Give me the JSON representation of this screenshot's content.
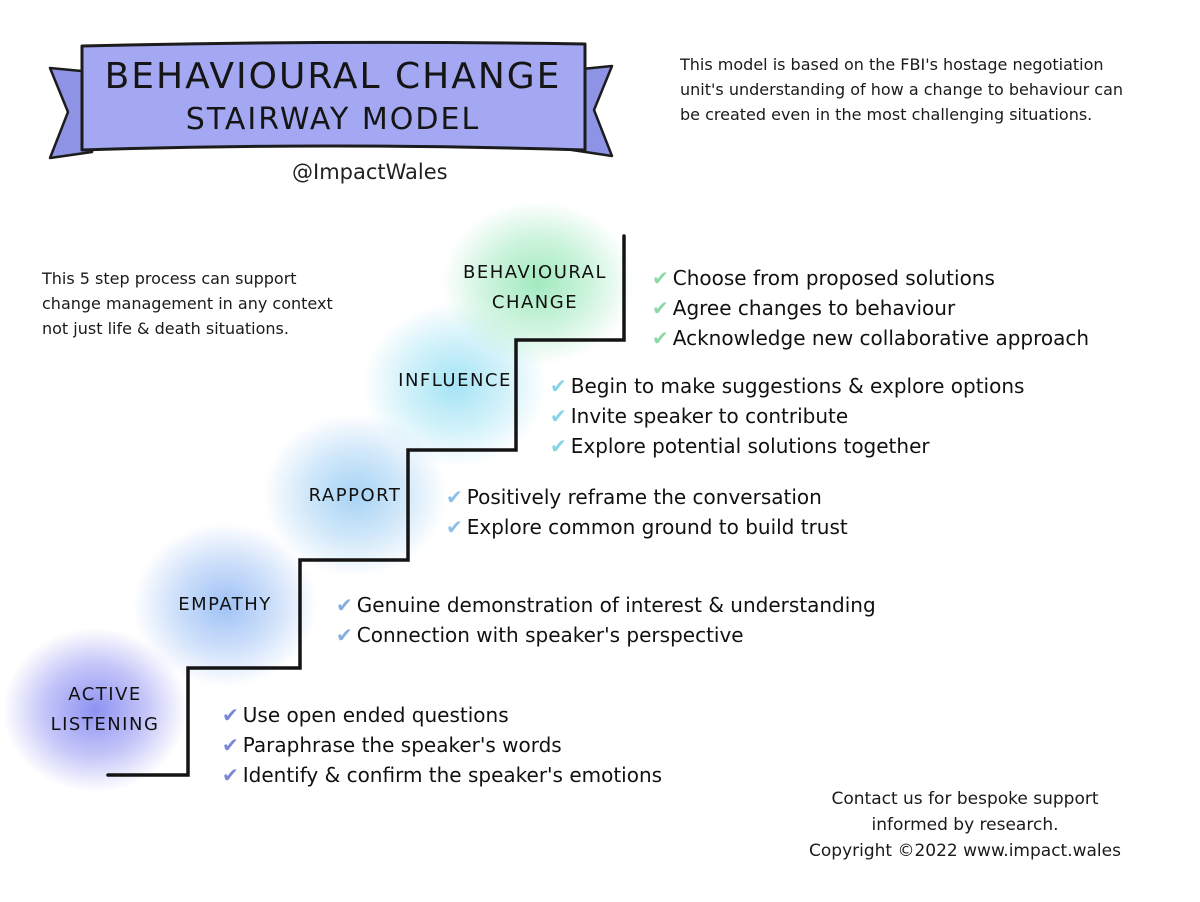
{
  "title": {
    "line1": "BEHAVIOURAL CHANGE",
    "line2": "STAIRWAY MODEL",
    "handle": "@ImpactWales",
    "banner_color": "#a4a8f2"
  },
  "intro_note": "This model is based on the FBI's hostage negotiation unit's understanding of how a change to behaviour can be created even in the most challenging situations.",
  "side_note": "This 5 step process can support change management in any context not just life & death situations.",
  "steps": [
    {
      "label": "ACTIVE LISTENING",
      "glow": "#7b7ef0",
      "check_color": "#7a86d8",
      "bullets": [
        "Use open ended questions",
        "Paraphrase the speaker's words",
        "Identify & confirm the speaker's emotions"
      ]
    },
    {
      "label": "EMPATHY",
      "glow": "#86b2f3",
      "check_color": "#86aee0",
      "bullets": [
        "Genuine demonstration of interest & understanding",
        "Connection with speaker's perspective"
      ]
    },
    {
      "label": "RAPPORT",
      "glow": "#90c7f2",
      "check_color": "#8cc0e6",
      "bullets": [
        "Positively reframe the conversation",
        "Explore common ground to build trust"
      ]
    },
    {
      "label": "INFLUENCE",
      "glow": "#8eddf2",
      "check_color": "#86d3e6",
      "bullets": [
        "Begin to make suggestions & explore options",
        "Invite speaker to contribute",
        "Explore potential solutions together"
      ]
    },
    {
      "label": "BEHAVIOURAL CHANGE",
      "glow": "#92e6b4",
      "check_color": "#8ed8a6",
      "bullets": [
        "Choose from proposed solutions",
        "Agree changes to behaviour",
        "Acknowledge new collaborative approach"
      ]
    }
  ],
  "check_icon": "checkmark-icon",
  "contact": {
    "line1": "Contact us for bespoke support",
    "line2": "informed by research.",
    "line3": "Copyright ©2022 www.impact.wales"
  }
}
